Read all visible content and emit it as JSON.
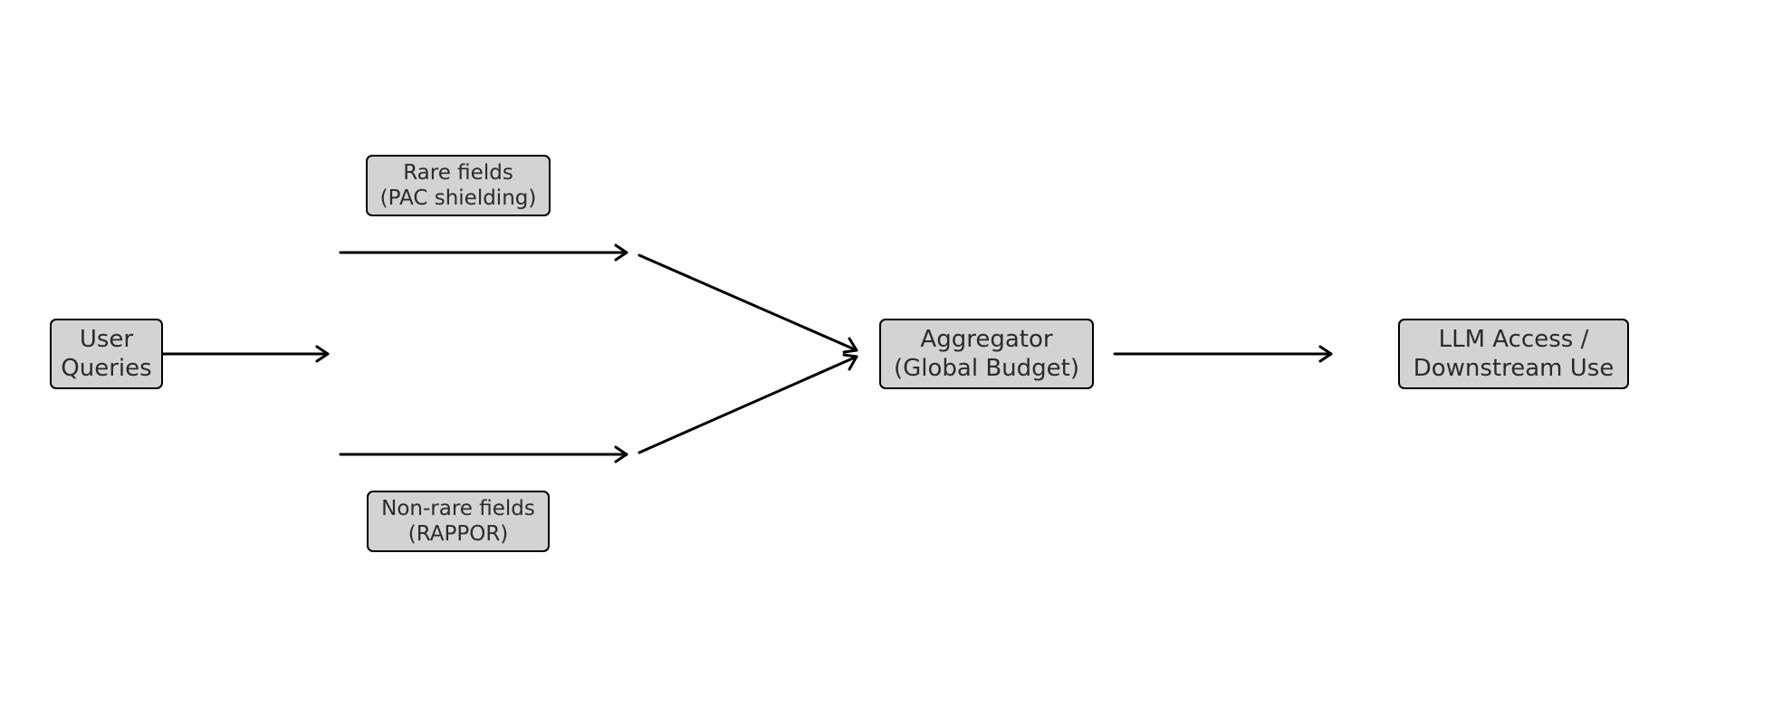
{
  "diagram": {
    "nodes": {
      "user_queries": {
        "lines": [
          "User",
          "Queries"
        ]
      },
      "rare_fields": {
        "lines": [
          "Rare fields",
          "(PAC shielding)"
        ]
      },
      "non_rare_fields": {
        "lines": [
          "Non-rare fields",
          "(RAPPOR)"
        ]
      },
      "aggregator": {
        "lines": [
          "Aggregator",
          "(Global Budget)"
        ]
      },
      "llm_access": {
        "lines": [
          "LLM Access /",
          "Downstream Use"
        ]
      }
    },
    "edges": [
      {
        "from": "user_queries",
        "to": "split"
      },
      {
        "from": "split",
        "to": "rare_fields"
      },
      {
        "from": "split",
        "to": "non_rare_fields"
      },
      {
        "from": "rare_fields",
        "to": "aggregator"
      },
      {
        "from": "non_rare_fields",
        "to": "aggregator"
      },
      {
        "from": "aggregator",
        "to": "llm_access"
      }
    ],
    "colors": {
      "node_fill": "#d3d3d3",
      "node_border": "#000000",
      "text": "#2b2b2b",
      "arrow": "#000000"
    }
  }
}
